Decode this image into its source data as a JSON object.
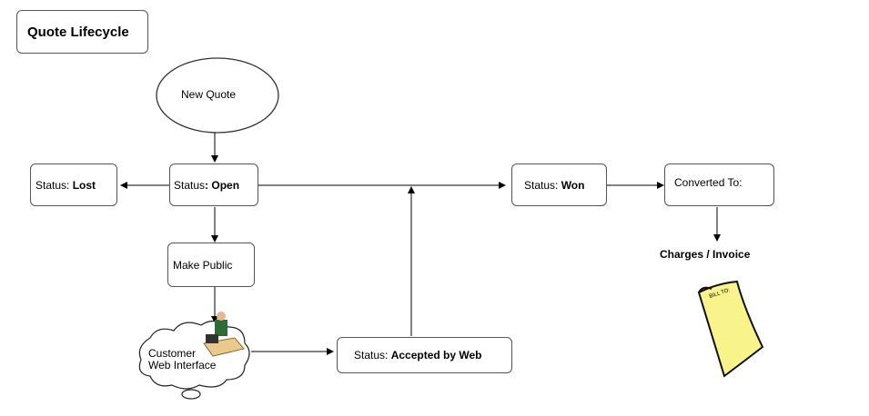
{
  "title": "Quote Lifecycle",
  "nodes": {
    "new_quote": "New Quote",
    "lost": {
      "prefix": "Status: ",
      "value": "Lost"
    },
    "open": {
      "prefix": "Status",
      "value": ": Open"
    },
    "won": {
      "prefix": "Status: ",
      "value": "Won"
    },
    "converted": "Converted To:",
    "make_public": "Make Public",
    "customer_web": [
      "Customer",
      "Web Interface"
    ],
    "accepted": {
      "prefix": "Status: ",
      "value": "Accepted by Web"
    },
    "charges": "Charges / Invoice",
    "bill_to": "BILL TO:"
  },
  "colors": {
    "invoice_fill": "#f8f38a",
    "border": "#555555"
  }
}
